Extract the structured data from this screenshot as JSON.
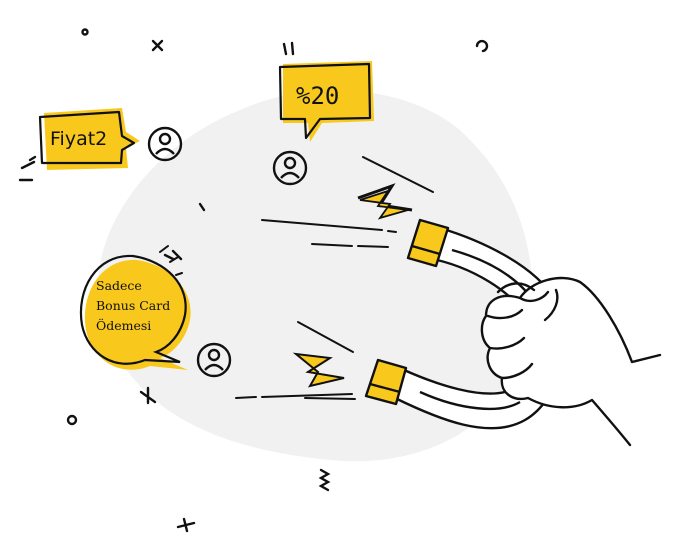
{
  "bubbles": {
    "fiyat": "Fiyat2",
    "percent": "%20",
    "card_lines": [
      "Sadece",
      "Bonus Card",
      "Ödemesi"
    ]
  },
  "icons": [
    "user-icon",
    "magnet-icon",
    "hand-icon",
    "lightning-bolt-icon"
  ],
  "colors": {
    "accent": "#F8C91C",
    "ink": "#111111",
    "blob": "#F1F1F1"
  }
}
